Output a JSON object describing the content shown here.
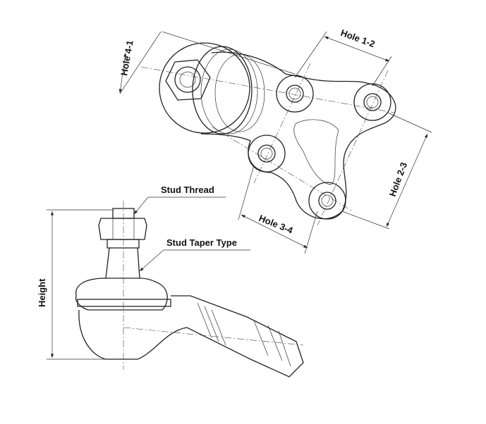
{
  "labels": {
    "hole_4_1": "Hole 4-1",
    "hole_1_2": "Hole 1-2",
    "hole_2_3": "Hole 2-3",
    "hole_3_4": "Hole 3-4",
    "stud_thread": "Stud Thread",
    "stud_taper_type": "Stud Taper Type",
    "height": "Height"
  }
}
